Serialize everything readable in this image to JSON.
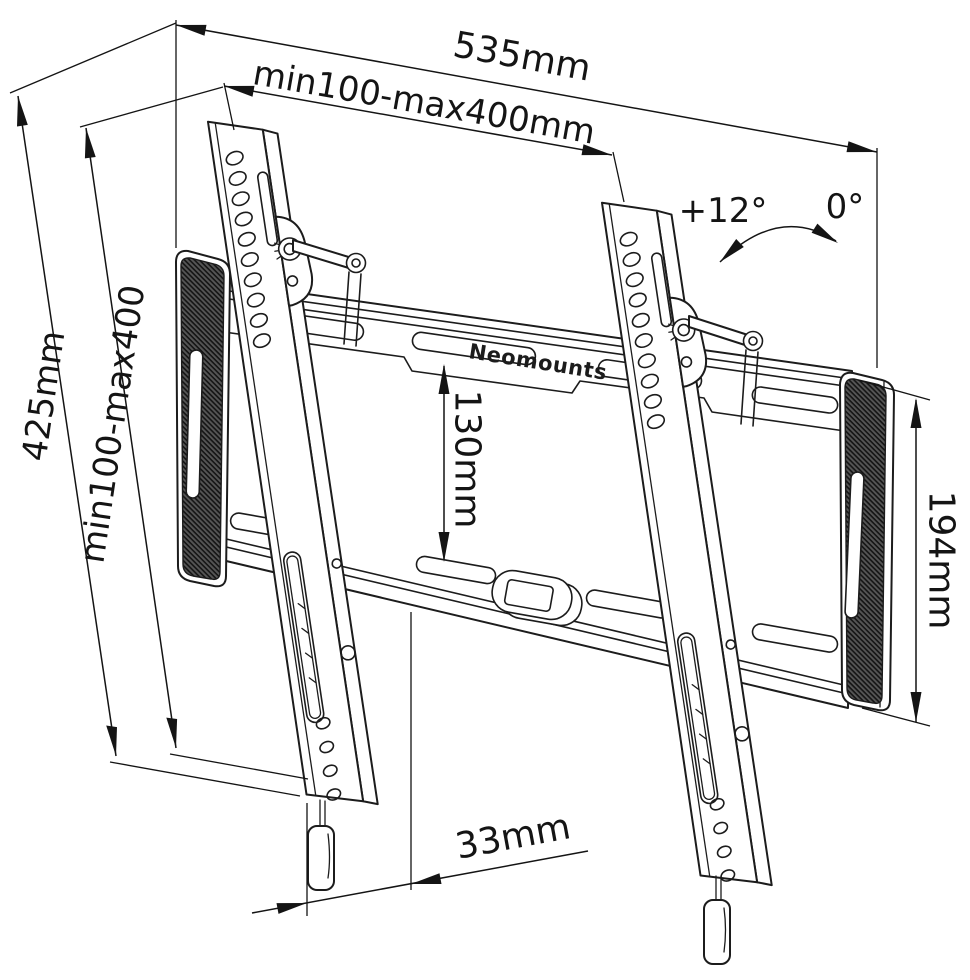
{
  "page": {
    "background": "#ffffff",
    "line_color": "#1c1c1c",
    "cap_fill": "#4b4b4b"
  },
  "drawing": {
    "brand": "Neomounts",
    "labels": {
      "total_width": "535mm",
      "vesa_width": "min100-max400mm",
      "total_height": "425mm",
      "vesa_height": "min100-max400",
      "center_height": "130mm",
      "plate_height": "194mm",
      "wall_depth": "33mm",
      "tilt_max": "+12°",
      "tilt_zero": "0°"
    }
  }
}
